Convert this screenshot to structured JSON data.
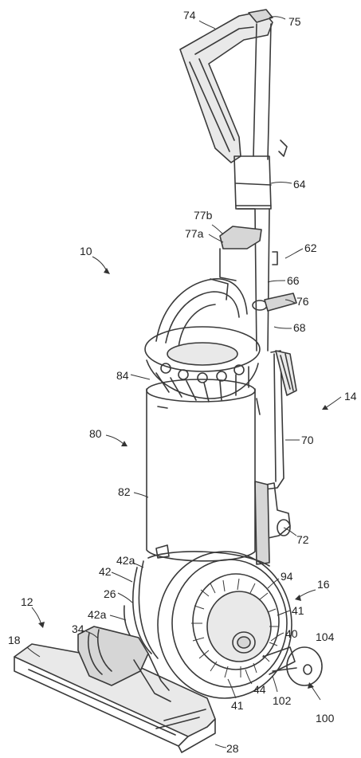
{
  "labels": {
    "l74": "74",
    "l75": "75",
    "l64": "64",
    "l77b": "77b",
    "l77a": "77a",
    "l62": "62",
    "l10": "10",
    "l66": "66",
    "l76": "76",
    "l68": "68",
    "l84": "84",
    "l14": "14",
    "l80": "80",
    "l70": "70",
    "l82": "82",
    "l72": "72",
    "l42a_top": "42a",
    "l42": "42",
    "l94": "94",
    "l16": "16",
    "l26": "26",
    "l41_right": "41",
    "l12": "12",
    "l42a_bottom": "42a",
    "l40": "40",
    "l104": "104",
    "l18": "18",
    "l34": "34",
    "l44": "44",
    "l102": "102",
    "l41_bottom": "41",
    "l100": "100",
    "l28": "28"
  },
  "colors": {
    "line": "#3a3a3a",
    "shade": "#e9e9e9"
  }
}
